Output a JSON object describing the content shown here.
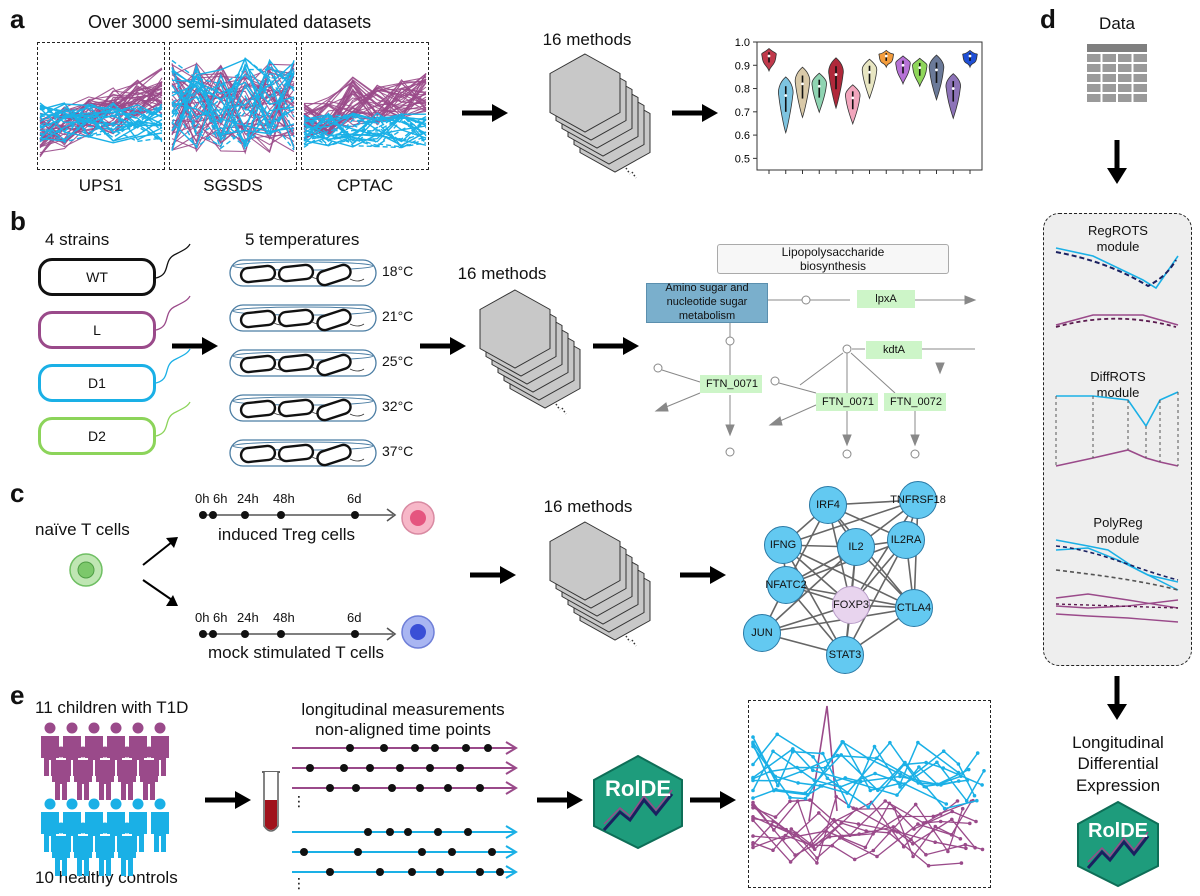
{
  "panels": {
    "a": "a",
    "b": "b",
    "c": "c",
    "d": "d",
    "e": "e"
  },
  "panel_a": {
    "title": "Over 3000 semi-simulated datasets",
    "datasets": [
      "UPS1",
      "SGSDS",
      "CPTAC"
    ],
    "methods_label": "16 methods",
    "violin_yticks": [
      "1.0",
      "0.9",
      "0.8",
      "0.7",
      "0.6",
      "0.5"
    ],
    "violin_colors": [
      "#c0394b",
      "#7ec4e0",
      "#d9c9a8",
      "#8fd4b2",
      "#b0283a",
      "#f2a6bd",
      "#e8e6c2",
      "#f39c3c",
      "#b672d6",
      "#8fd65a",
      "#6b7a99",
      "#8d73b8",
      "#1f4fd6"
    ],
    "violin_medians": [
      0.94,
      0.77,
      0.82,
      0.81,
      0.86,
      0.76,
      0.87,
      0.94,
      0.9,
      0.89,
      0.88,
      0.8,
      0.94
    ]
  },
  "panel_b": {
    "strains_label": "4 strains",
    "strains": [
      {
        "name": "WT",
        "color": "#111111"
      },
      {
        "name": "L",
        "color": "#9a4a8a"
      },
      {
        "name": "D1",
        "color": "#1ab0e6"
      },
      {
        "name": "D2",
        "color": "#8cd45a"
      }
    ],
    "temperatures_label": "5 temperatures",
    "temperatures": [
      "18°C",
      "21°C",
      "25°C",
      "32°C",
      "37°C"
    ],
    "methods_label": "16 methods",
    "pathway": {
      "lps": "Lipopolysaccharide biosynthesis",
      "amino": "Amino sugar and nucleotide sugar metabolism",
      "genes": [
        "lpxA",
        "kdtA",
        "FTN_0071",
        "FTN_0071",
        "FTN_0072"
      ]
    }
  },
  "panel_c": {
    "naive": "naïve T cells",
    "timepoints": [
      "0h",
      "6h",
      "24h",
      "48h",
      "6d"
    ],
    "treg": "induced Treg cells",
    "mock": "mock stimulated T cells",
    "methods_label": "16 methods",
    "network_nodes": [
      "IRF4",
      "TNFRSF18",
      "IFNG",
      "IL2",
      "IL2RA",
      "NFATC2",
      "FOXP3",
      "CTLA4",
      "JUN",
      "STAT3"
    ]
  },
  "panel_d": {
    "data_label": "Data",
    "modules": [
      "RegROTS module",
      "DiffROTS module",
      "PolyReg module"
    ],
    "output": "Longitudinal Differential Expression",
    "logo": "RolDE"
  },
  "panel_e": {
    "children": "11 children with T1D",
    "controls": "10 healthy controls",
    "measurements_line1": "longitudinal measurements",
    "measurements_line2": "non-aligned time points",
    "logo": "RolDE"
  },
  "colors": {
    "purple": "#9a4a8a",
    "blue": "#1ab0e6",
    "grey_hex": "#c8c8c8",
    "logo_green": "#1e9c7c"
  }
}
